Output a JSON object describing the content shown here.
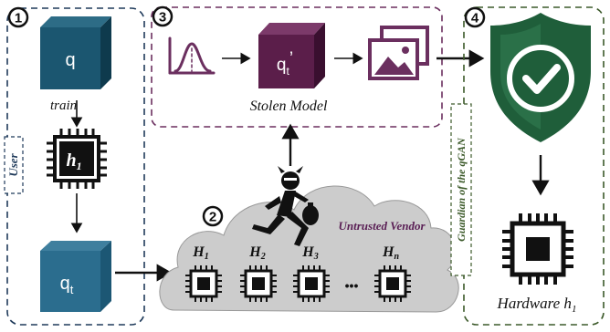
{
  "steps": [
    "1",
    "2",
    "3",
    "4"
  ],
  "user_panel": {
    "label": "User",
    "cube_q": "q",
    "train_label": "train",
    "chip_label": "h",
    "chip_label_sub": "1",
    "cube_qt": "q",
    "cube_qt_sub": "t"
  },
  "stolen_panel": {
    "cube_label": "q",
    "cube_label_sub": "t",
    "cube_label_mark": "’",
    "title": "Stolen Model"
  },
  "vendor": {
    "label": "Untrusted Vendor",
    "hardware": [
      {
        "name": "H",
        "sub": "1"
      },
      {
        "name": "H",
        "sub": "2"
      },
      {
        "name": "H",
        "sub": "3"
      },
      {
        "name": "H",
        "sub": "n"
      }
    ],
    "ellipsis": "•••"
  },
  "guardian_panel": {
    "label": "Guardian of the qGAN",
    "hardware_label": "Hardware h",
    "hardware_label_sub": "1"
  },
  "colors": {
    "user_border": "#1f3a5a",
    "stolen_border": "#6b2f5f",
    "guardian_border": "#3c5a2a",
    "cube_teal_front": "#1b5670",
    "cube_purple_front": "#5b1e4a",
    "shield_green": "#1f5e3a",
    "cloud": "#cccccc",
    "vendor_text": "#5a1f55"
  }
}
